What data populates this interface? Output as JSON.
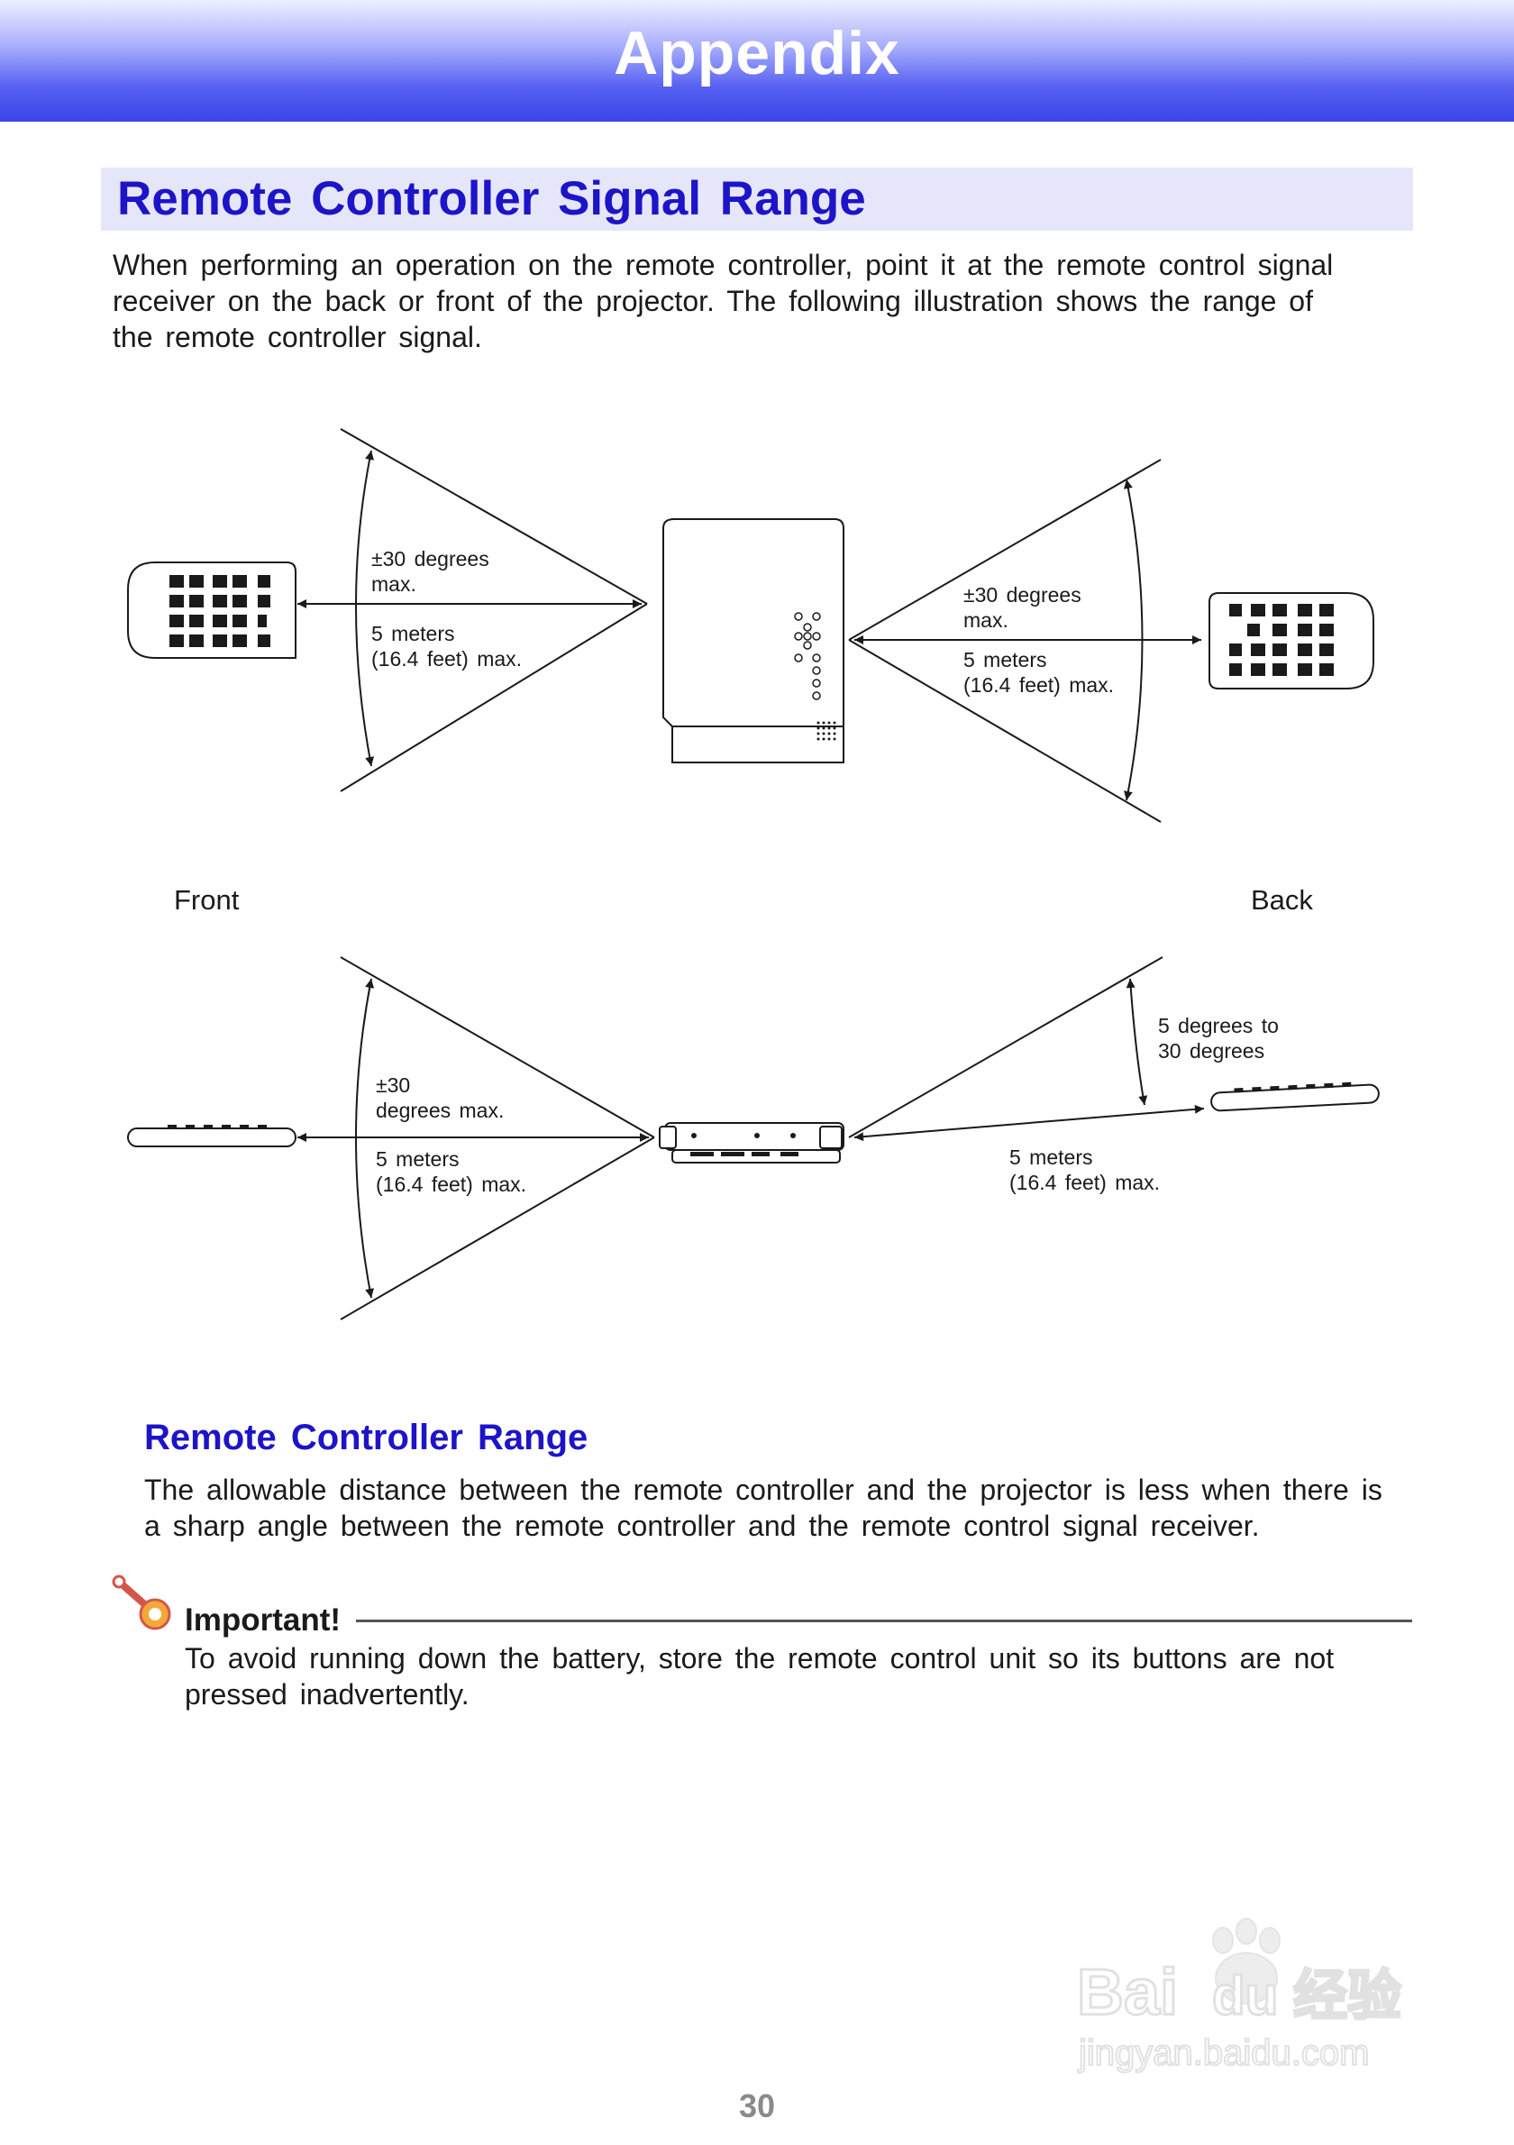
{
  "header": {
    "title": "Appendix"
  },
  "section": {
    "title": "Remote Controller Signal Range",
    "intro": "When performing an operation on the remote controller, point it at the remote control signal receiver on the back or front of the projector. The following illustration shows the range of the remote controller signal."
  },
  "diagram": {
    "top_left": {
      "angle_line1": "±30 degrees",
      "angle_line2": "max.",
      "dist_line1": "5 meters",
      "dist_line2": "(16.4 feet) max."
    },
    "top_right": {
      "angle_line1": "±30 degrees",
      "angle_line2": "max.",
      "dist_line1": "5 meters",
      "dist_line2": "(16.4 feet) max."
    },
    "front_label": "Front",
    "back_label": "Back",
    "bottom_left": {
      "angle_line1": "±30",
      "angle_line2": "degrees max.",
      "dist_line1": "5 meters",
      "dist_line2": "(16.4 feet) max."
    },
    "bottom_right": {
      "angle_line1": "5 degrees to",
      "angle_line2": "30 degrees",
      "dist_line1": "5 meters",
      "dist_line2": "(16.4 feet) max."
    }
  },
  "subsection": {
    "title": "Remote Controller Range",
    "text": "The allowable distance between the remote controller and the projector is less when there is a sharp angle between the remote controller and the remote control signal receiver."
  },
  "important": {
    "heading": "Important!",
    "text": "To avoid running down the battery, store the remote control unit so its buttons are not pressed inadvertently."
  },
  "watermark": {
    "line1": "Bai",
    "line2": "du",
    "line3": "经验",
    "url": "jingyan.baidu.com"
  },
  "page_number": "30"
}
